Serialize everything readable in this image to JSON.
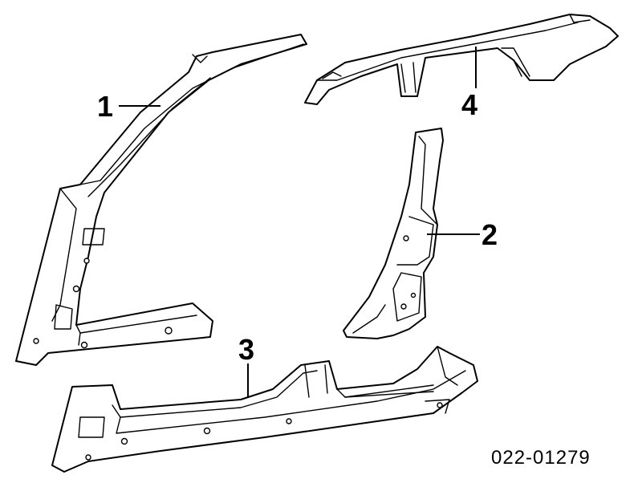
{
  "callouts": [
    {
      "id": "1",
      "label": "1"
    },
    {
      "id": "2",
      "label": "2"
    },
    {
      "id": "3",
      "label": "3"
    },
    {
      "id": "4",
      "label": "4"
    }
  ],
  "reference_code": "022-01279",
  "colors": {
    "line": "#000000",
    "background": "#ffffff"
  }
}
